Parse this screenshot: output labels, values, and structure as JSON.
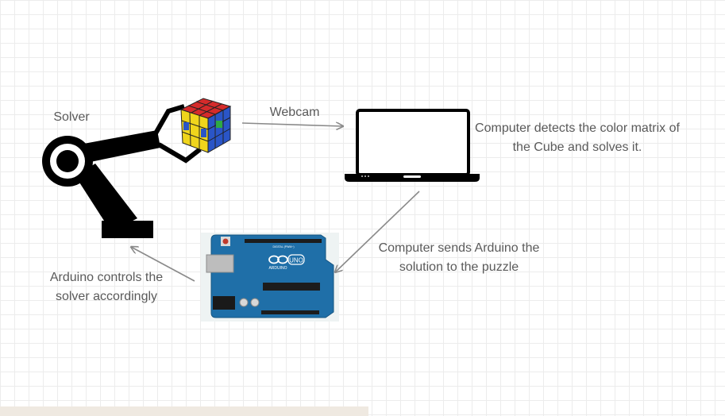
{
  "labels": {
    "solver": "Solver",
    "webcam": "Webcam",
    "computer_detects": "Computer detects the color matrix of the Cube and solves it.",
    "computer_sends": "Computer sends Arduino the solution to the puzzle",
    "arduino_controls": "Arduino controls the solver accordingly"
  },
  "arduino_board": {
    "brand": "ARDUINO",
    "model": "UNO",
    "header_text": "DIGITAL (PWM~)"
  },
  "colors": {
    "arrow": "#8a8a8a",
    "board": "#1f6fa8",
    "robot": "#000000"
  }
}
